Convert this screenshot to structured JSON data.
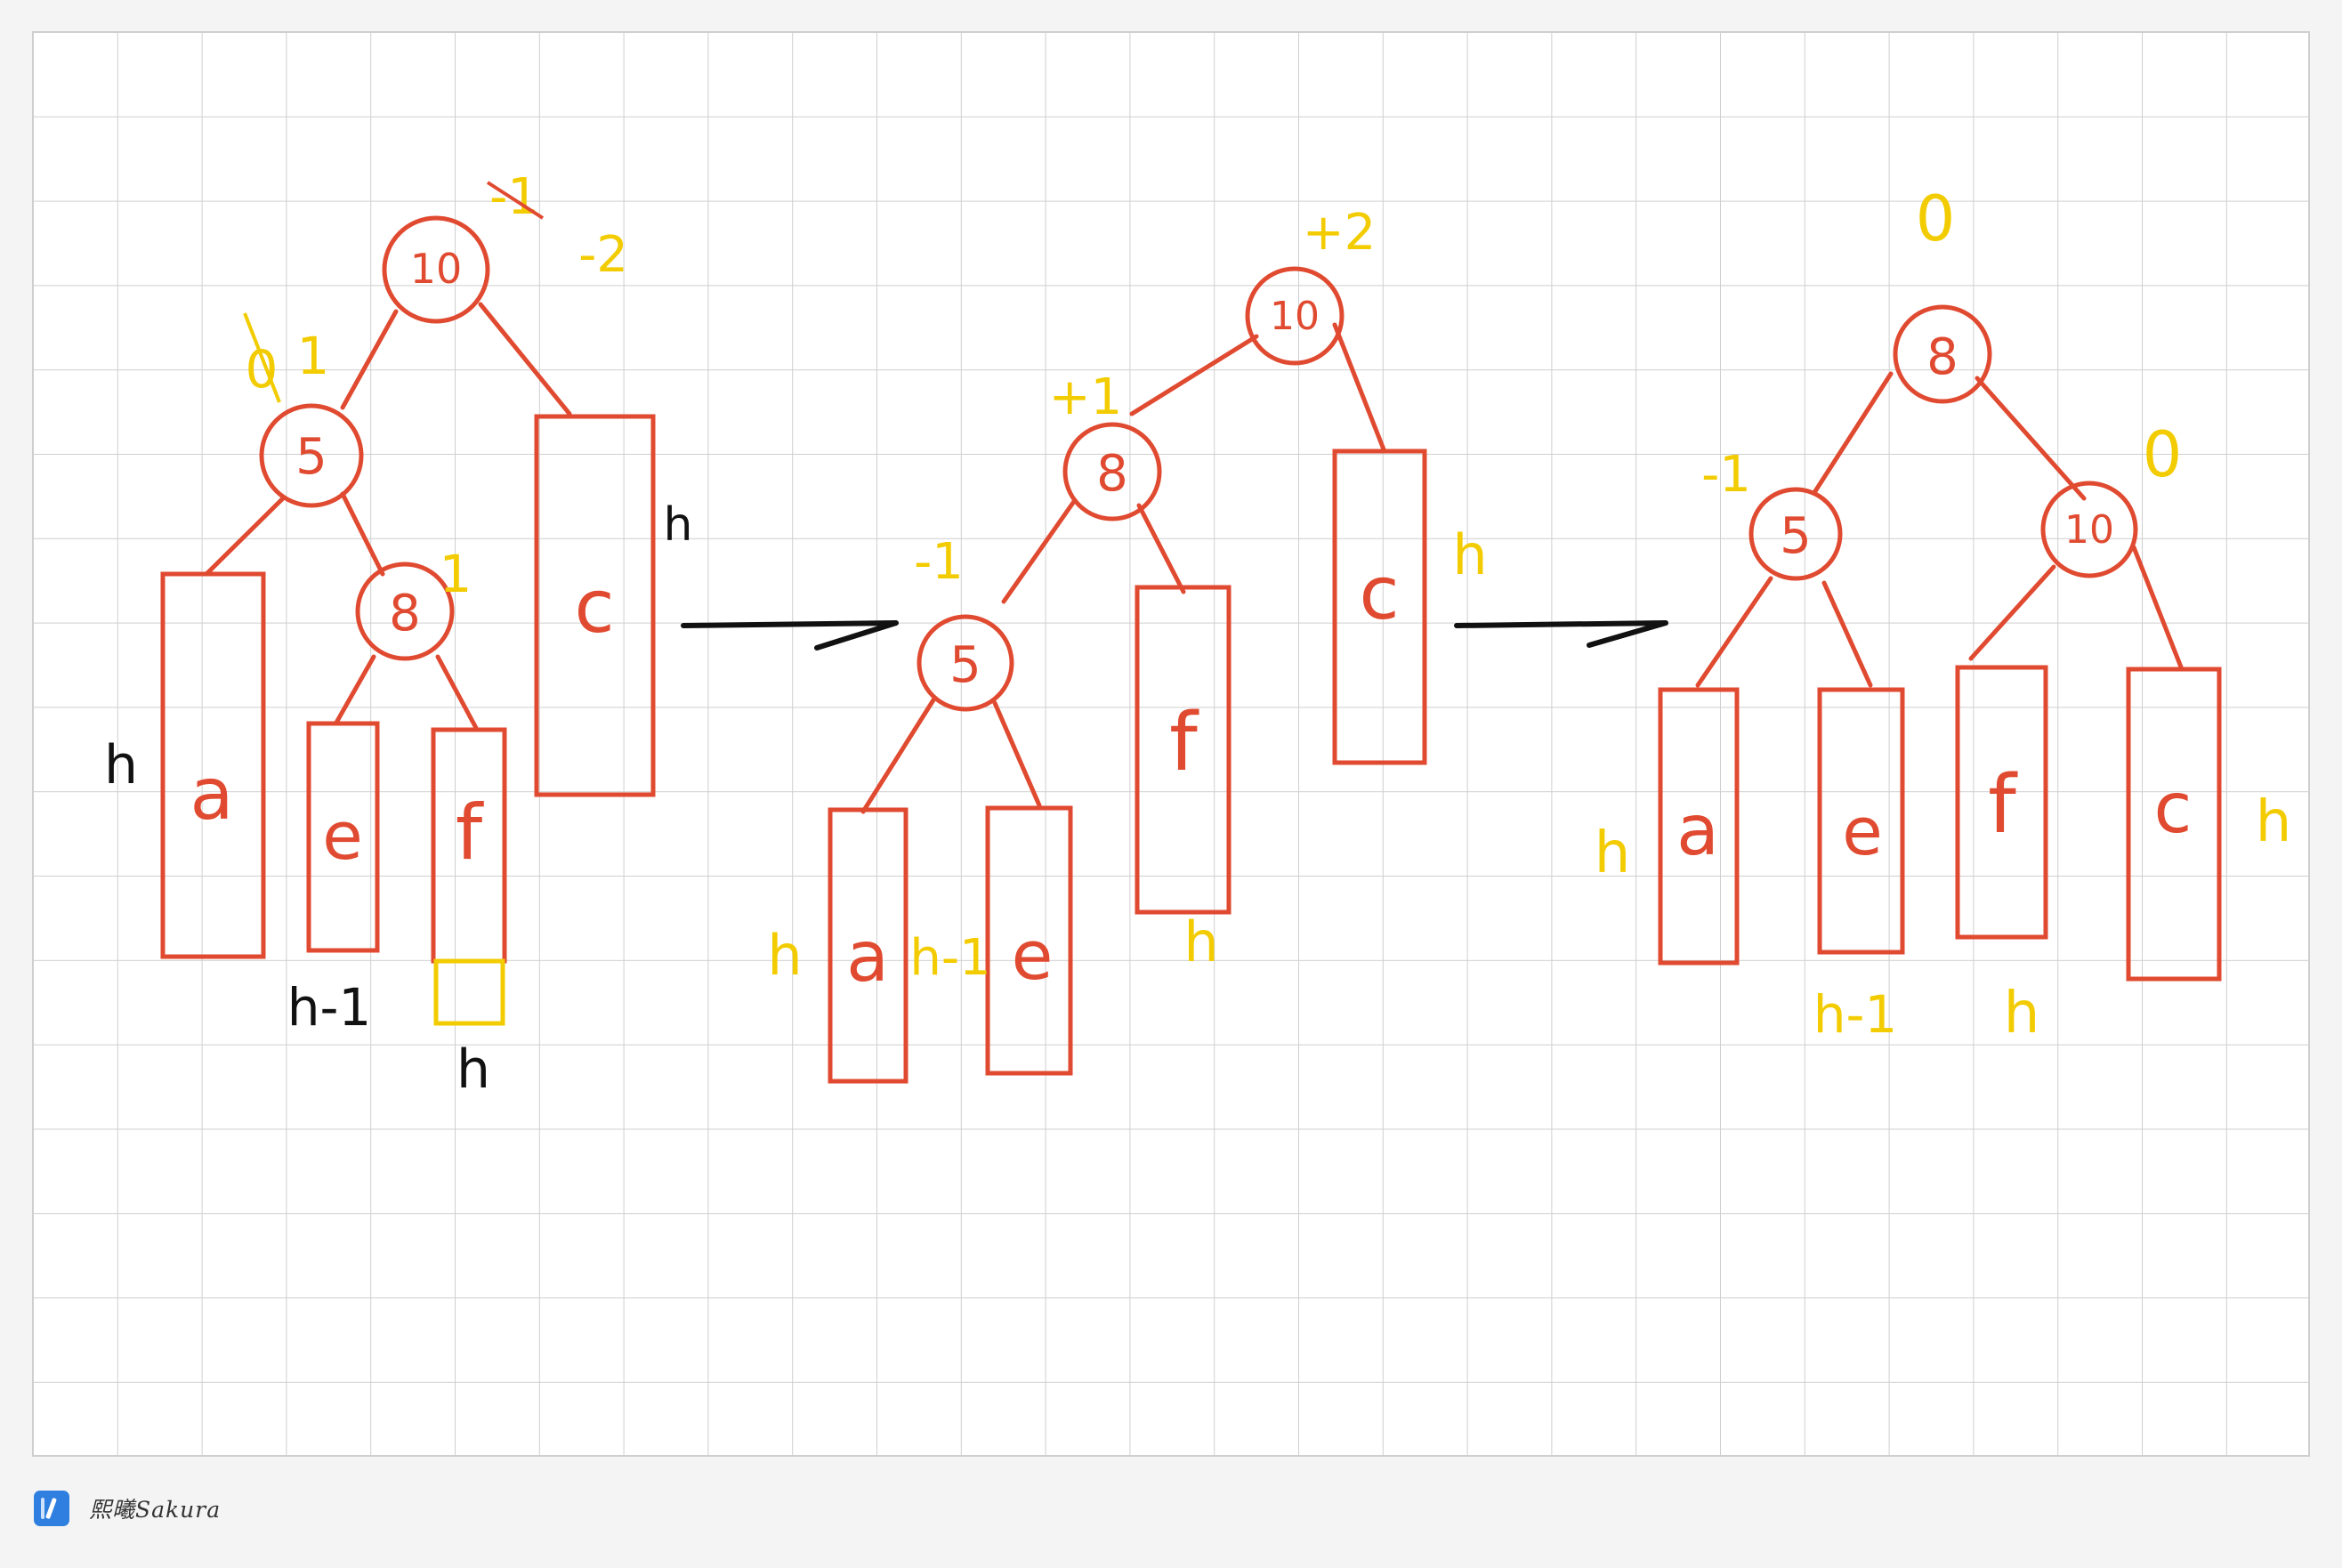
{
  "tree1": {
    "nodes": {
      "root": "10",
      "left": "5",
      "right_child": "8"
    },
    "subtrees": {
      "a": "a",
      "e": "e",
      "f": "f",
      "c": "c"
    },
    "heights": {
      "a": "h",
      "c": "h",
      "e": "h-1",
      "added": "h"
    },
    "balance": {
      "root_old": "-1",
      "root_new": "-2",
      "left_old": "0",
      "left_new": "1",
      "right_child": "1"
    }
  },
  "tree2": {
    "nodes": {
      "root": "10",
      "mid": "8",
      "low": "5"
    },
    "subtrees": {
      "a": "a",
      "e": "e",
      "f": "f",
      "c": "c"
    },
    "heights": {
      "a": "h",
      "e": "h-1",
      "f": "h",
      "c": "h"
    },
    "balance": {
      "root": "+2",
      "mid": "+1",
      "low": "-1"
    }
  },
  "tree3": {
    "nodes": {
      "root": "8",
      "left": "5",
      "right": "10"
    },
    "subtrees": {
      "a": "a",
      "e": "e",
      "f": "f",
      "c": "c"
    },
    "heights": {
      "a": "h",
      "e": "h-1",
      "f": "h",
      "c": "h"
    },
    "balance": {
      "root": "0",
      "left": "-1",
      "right": "0"
    }
  },
  "colors": {
    "tree_stroke": "#e04a30",
    "annotation": "#f2cc00",
    "ink": "#111111",
    "grid": "#cfcfcf"
  },
  "footer": {
    "author": "熙曦Sakura"
  }
}
